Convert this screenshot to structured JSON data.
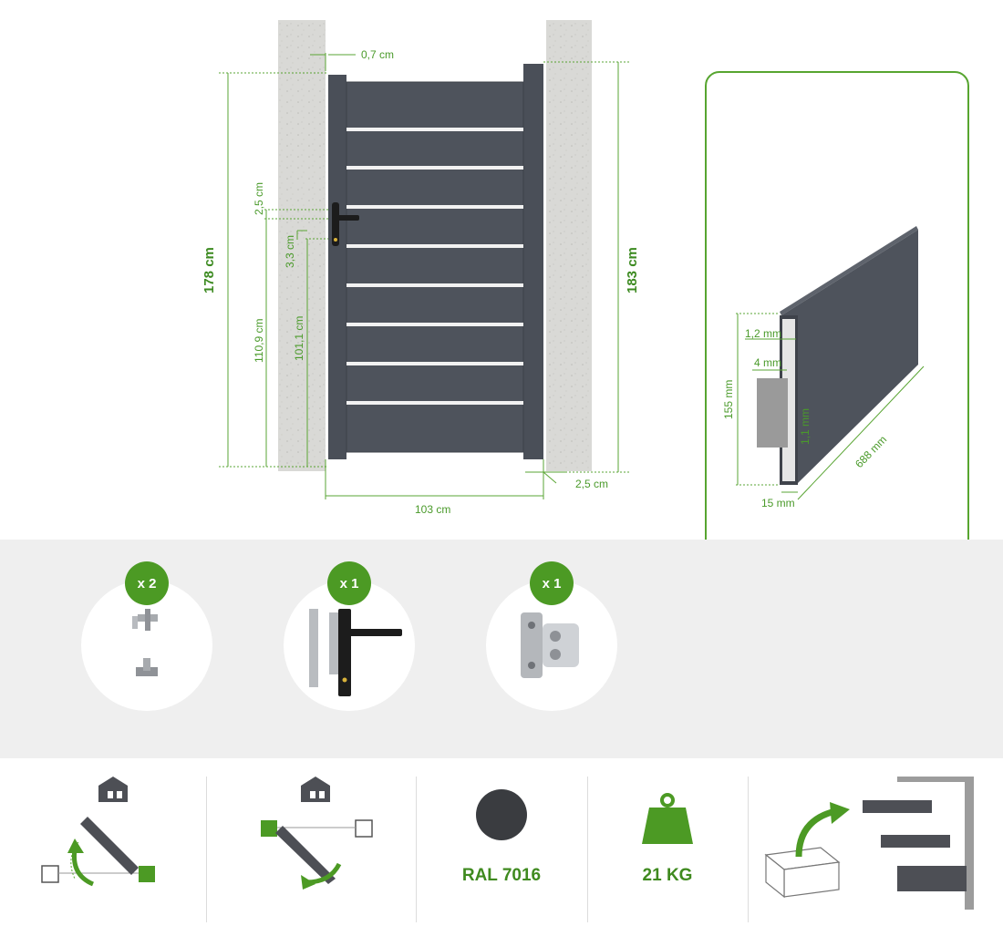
{
  "gate": {
    "gap_top": "0,7 cm",
    "lock_offset_top": "2,5 cm",
    "lock_offset": "3,3 cm",
    "height_total": "178 cm",
    "height_lower": "110,9 cm",
    "height_lock": "101,1 cm",
    "height_post": "183 cm",
    "width": "103 cm",
    "gap_bottom": "2,5 cm"
  },
  "profile": {
    "wall_top": "1,2 mm",
    "insert": "4 mm",
    "height": "155 mm",
    "wall_side": "1,1 mm",
    "length": "688 mm",
    "depth": "15 mm"
  },
  "accessories": [
    {
      "qty": "x 2",
      "icon": "hinge-set-icon"
    },
    {
      "qty": "x 1",
      "icon": "lock-handle-icon"
    },
    {
      "qty": "x 1",
      "icon": "gate-stop-icon"
    }
  ],
  "features": {
    "color_label": "RAL 7016",
    "color_hex": "#3a3c40",
    "weight_label": "21 KG"
  },
  "colors": {
    "accent": "#4c9a24",
    "gate": "#4a4f58"
  }
}
